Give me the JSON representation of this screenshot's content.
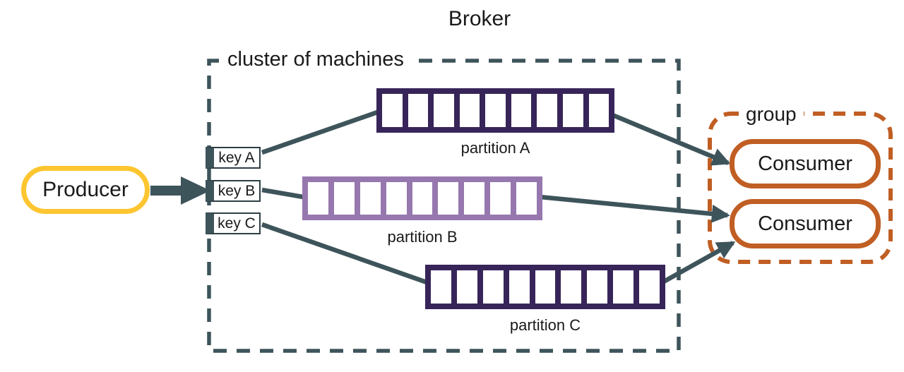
{
  "diagram": {
    "title": "Broker",
    "producer": {
      "label": "Producer"
    },
    "cluster": {
      "label": "cluster of machines",
      "keys": [
        {
          "label": "key A"
        },
        {
          "label": "key B"
        },
        {
          "label": "key C"
        }
      ],
      "partitions": [
        {
          "label": "partition A",
          "cells": 9,
          "frame_color": "#372559"
        },
        {
          "label": "partition B",
          "cells": 9,
          "frame_color": "#9678AE"
        },
        {
          "label": "partition C",
          "cells": 9,
          "frame_color": "#372559"
        }
      ]
    },
    "group": {
      "label": "group",
      "consumers": [
        {
          "label": "Consumer"
        },
        {
          "label": "Consumer"
        }
      ]
    },
    "colors": {
      "arrow": "#3E545B",
      "cluster_border": "#3E545B",
      "group_border": "#C05E23",
      "producer_border": "#FDC530",
      "consumer_border": "#C05E23",
      "partition_dark": "#372559",
      "partition_light": "#9678AE",
      "text": "#1A1A1A"
    }
  }
}
